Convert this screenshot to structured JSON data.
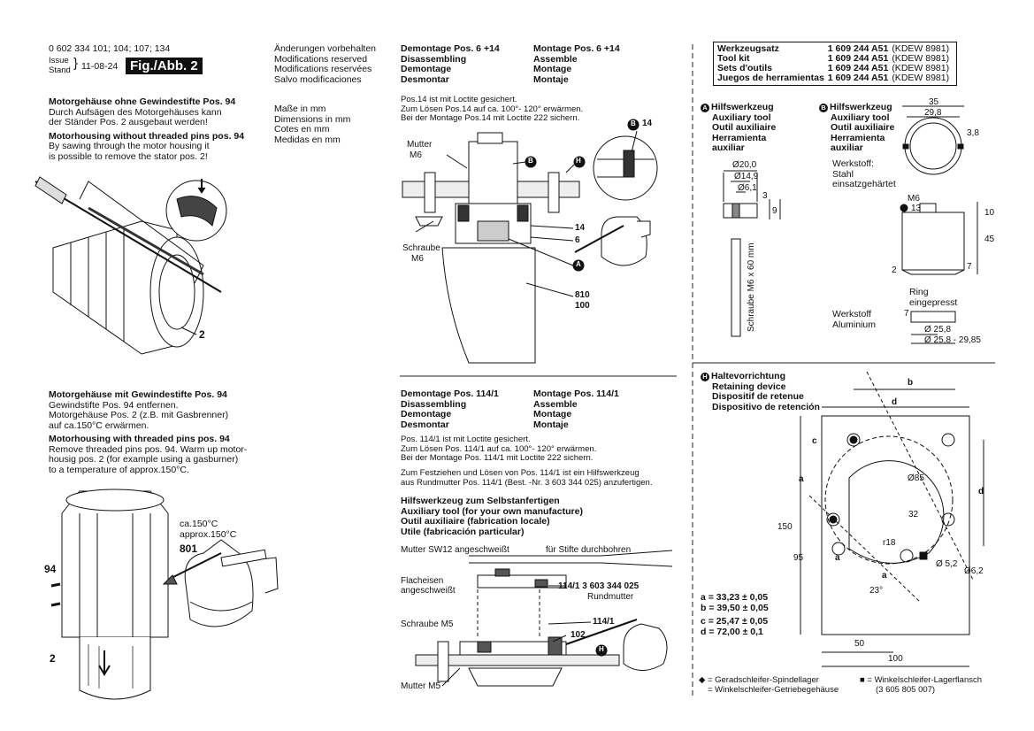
{
  "header": {
    "part_numbers": "0 602 334 101; 104; 107; 134",
    "issue_label": "Issue",
    "stand_label": "Stand",
    "date": "11-08-24",
    "fig_label": "Fig./Abb. 2"
  },
  "changes": [
    "Änderungen vorbehalten",
    "Modifications reserved",
    "Modifications reservées",
    "Salvo modificaciones"
  ],
  "units": [
    "Maße in mm",
    "Dimensions in mm",
    "Cotes en mm",
    "Medidas en mm"
  ],
  "left": {
    "s1_de_title": "Motorgehäuse ohne Gewindestifte Pos. 94",
    "s1_de_body": [
      "Durch Aufsägen des Motorgehäuses kann",
      "der Ständer Pos. 2 ausgebaut werden!"
    ],
    "s1_en_title": "Motorhousing without threaded pins pos. 94",
    "s1_en_body": [
      "By sawing through the motor housing it",
      "is possible to remove the stator pos. 2!"
    ],
    "s2_de_title": "Motorgehäuse mit Gewindestifte Pos. 94",
    "s2_de_body": [
      "Gewindstifte Pos. 94 entfernen.",
      "Motorgehäuse Pos. 2 (z.B. mit Gasbrenner)",
      "auf ca.150°C erwärmen."
    ],
    "s2_en_title": "Motorhousing with threaded pins pos. 94",
    "s2_en_body": [
      "Remove threaded pins pos. 94. Warm up motor-",
      "housig pos. 2 (for example using a gasburner)",
      "to a temperature of approx.150°C."
    ],
    "label_2a": "2",
    "temp": [
      "ca.150°C",
      "approx.150°C"
    ],
    "label_801": "801",
    "label_94": "94",
    "label_2b": "2"
  },
  "mid": {
    "dem1": [
      "Demontage Pos. 6 +14",
      "Disassembling",
      "Demontage",
      "Desmontar"
    ],
    "mon1": [
      "Montage Pos. 6 +14",
      "Assemble",
      "Montage",
      "Montaje"
    ],
    "note1": [
      "Pos.14 ist mit Loctite gesichert.",
      "Zum Lösen Pos.14 auf ca. 100°- 120° erwärmen.",
      "Bei der Montage Pos.14 mit Loctite 222 sichern."
    ],
    "fig1": {
      "mutter": "Mutter",
      "m6a": "M6",
      "schraube": "Schraube",
      "m6b": "M6",
      "b": "B",
      "h": "H",
      "a": "A",
      "l14": "14",
      "l6": "6",
      "l810": "810",
      "l100": "100",
      "b2": "B",
      "l14b": "14"
    },
    "dem2": [
      "Demontage Pos. 114/1",
      "Disassembling",
      "Demontage",
      "Desmontar"
    ],
    "mon2": [
      "Montage Pos. 114/1",
      "Assemble",
      "Montage",
      "Montaje"
    ],
    "note2": [
      "Pos. 114/1 ist mit Loctite gesichert.",
      "Zum Lösen Pos. 114/1 auf ca. 100°- 120° erwärmen.",
      "Bei der Montage Pos. 114/1 mit Loctite 222 sichern."
    ],
    "note3": [
      "Zum Festziehen und Lösen von Pos. 114/1 ist ein Hilfswerkzeug",
      "aus Rundmutter Pos. 114/1 (Best. -Nr. 3 603 344 025) anzufertigen."
    ],
    "aux": [
      "Hilfswerkzeug zum Selbstanfertigen",
      "Auxiliary tool (for your own manufacture)",
      "Outil auxiliaire (fabrication locale)",
      "Utile (fabricación particular)"
    ],
    "fig2": {
      "mutter_sw12": "Mutter SW12 angeschweißt",
      "stifte": "für Stifte durchbohren",
      "flach1": "Flacheisen",
      "flach2": "angeschweißt",
      "rund": "114/1 3 603 344 025",
      "rund2": "Rundmutter",
      "schraube_m5": "Schraube M5",
      "l1141": "114/1",
      "l102": "102",
      "h": "H",
      "mutter_m5": "Mutter M5"
    }
  },
  "right": {
    "toolkit": [
      {
        "name": "Werkzeugsatz",
        "num": "1 609 244 A51",
        "code": "(KDEW 8981)"
      },
      {
        "name": "Tool kit",
        "num": "1 609 244 A51",
        "code": "(KDEW 8981)"
      },
      {
        "name": "Sets d'outils",
        "num": "1 609 244 A51",
        "code": "(KDEW 8981)"
      },
      {
        "name": "Juegos de herramientas",
        "num": "1 609 244 A51",
        "code": "(KDEW 8981)"
      }
    ],
    "a_tool": {
      "badge": "A",
      "lines": [
        "Hilfswerkzeug",
        "Auxiliary tool",
        "Outil auxiliaire",
        "Herramienta",
        "auxiliar"
      ]
    },
    "b_tool": {
      "badge": "B",
      "lines": [
        "Hilfswerkzeug",
        "Auxiliary tool",
        "Outil auxiliaire",
        "Herramienta",
        "auxiliar"
      ]
    },
    "a_dims": {
      "d20": "Ø20,0",
      "d149": "Ø14,9",
      "d61": "Ø6,1",
      "h3": "3",
      "h9": "9",
      "screw": "Schraube M6 x 60 mm"
    },
    "b_dims": {
      "w35": "35",
      "w298": "29,8",
      "h38": "3,8",
      "werkstoff": [
        "Werkstoff:",
        "Stahl",
        "einsatzgehärtet"
      ],
      "m6": "M6",
      "l13": "13",
      "h10": "10",
      "h45": "45",
      "h2": "2",
      "h7": "7",
      "ring": [
        "Ring",
        "eingepresst"
      ],
      "werk2": [
        "Werkstoff",
        "Aluminium"
      ],
      "r7": "7",
      "d258": "Ø 25,8",
      "d2585": "Ø 25,8 - 29,85"
    },
    "h_tool": {
      "badge": "H",
      "lines": [
        "Haltevorrichtung",
        "Retaining device",
        "Dispositif de retenue",
        "Dispositivo de retención"
      ]
    },
    "h_dims": {
      "b1": "b",
      "d1": "d",
      "c": "c",
      "a1": "a",
      "d2": "d",
      "d85": "Ø85",
      "h32": "32",
      "r18": "r18",
      "a2": "a",
      "a3": "a",
      "d52": "Ø 5,2",
      "d62": "Ø6,2",
      "ang": "23°",
      "h150": "150",
      "h95": "95",
      "w50": "50",
      "w100": "100"
    },
    "dims": [
      "a = 33,23 ± 0,05",
      "b = 39,50 ± 0,05",
      "c = 25,47 ± 0,05",
      "d = 72,00 ± 0,1"
    ],
    "legend_dia": [
      "◆ = Geradschleifer-Spindellager",
      "= Winkelschleifer-Getriebegehäuse"
    ],
    "legend_sq": [
      "■ = Winkelschleifer-Lagerflansch",
      "(3 605 805 007)"
    ]
  }
}
